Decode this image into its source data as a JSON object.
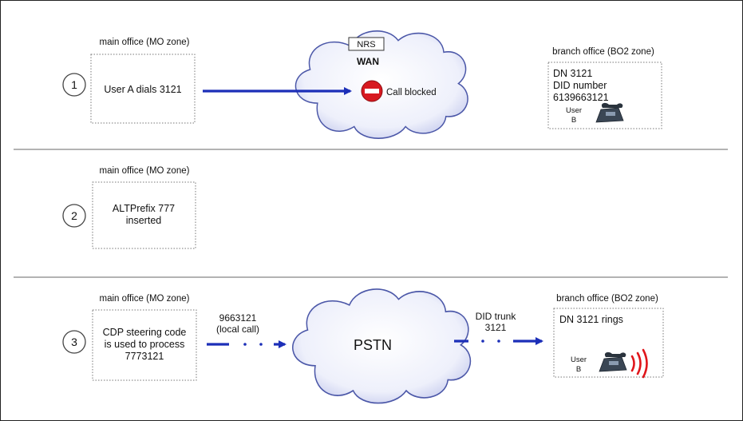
{
  "steps": {
    "one": {
      "number": "1",
      "left_caption": "main office (MO zone)",
      "left_text": "User A dials 3121",
      "cloud_tag": "NRS",
      "cloud_label": "WAN",
      "blocked_label": "Call blocked",
      "right_caption": "branch office (BO2 zone)",
      "right_lines": [
        "DN 3121",
        "DID number",
        "6139663121"
      ],
      "user_label_1": "User",
      "user_label_2": "B"
    },
    "two": {
      "number": "2",
      "left_caption": "main office (MO zone)",
      "left_lines": [
        "ALTPrefix 777",
        "inserted"
      ]
    },
    "three": {
      "number": "3",
      "left_caption": "main office (MO zone)",
      "left_lines": [
        "CDP steering code",
        "is used to process",
        "7773121"
      ],
      "call_lines": [
        "9663121",
        "(local call)"
      ],
      "cloud_label": "PSTN",
      "trunk_lines": [
        "DID trunk",
        "3121"
      ],
      "right_caption": "branch office (BO2 zone)",
      "right_text": "DN 3121 rings",
      "user_label_1": "User",
      "user_label_2": "B"
    }
  },
  "colors": {
    "arrow": "#1c2fb8",
    "cloud_fill": "#e9ecf9",
    "cloud_stroke": "#4b57a8",
    "blocked": "#d71920",
    "rings": "#e0161b",
    "separator": "#9a9a9a",
    "phone": "#3a4654"
  },
  "icons": [
    "step-number-circle",
    "cloud-icon",
    "no-entry-icon",
    "desk-phone-icon",
    "ringing-waves-icon"
  ]
}
